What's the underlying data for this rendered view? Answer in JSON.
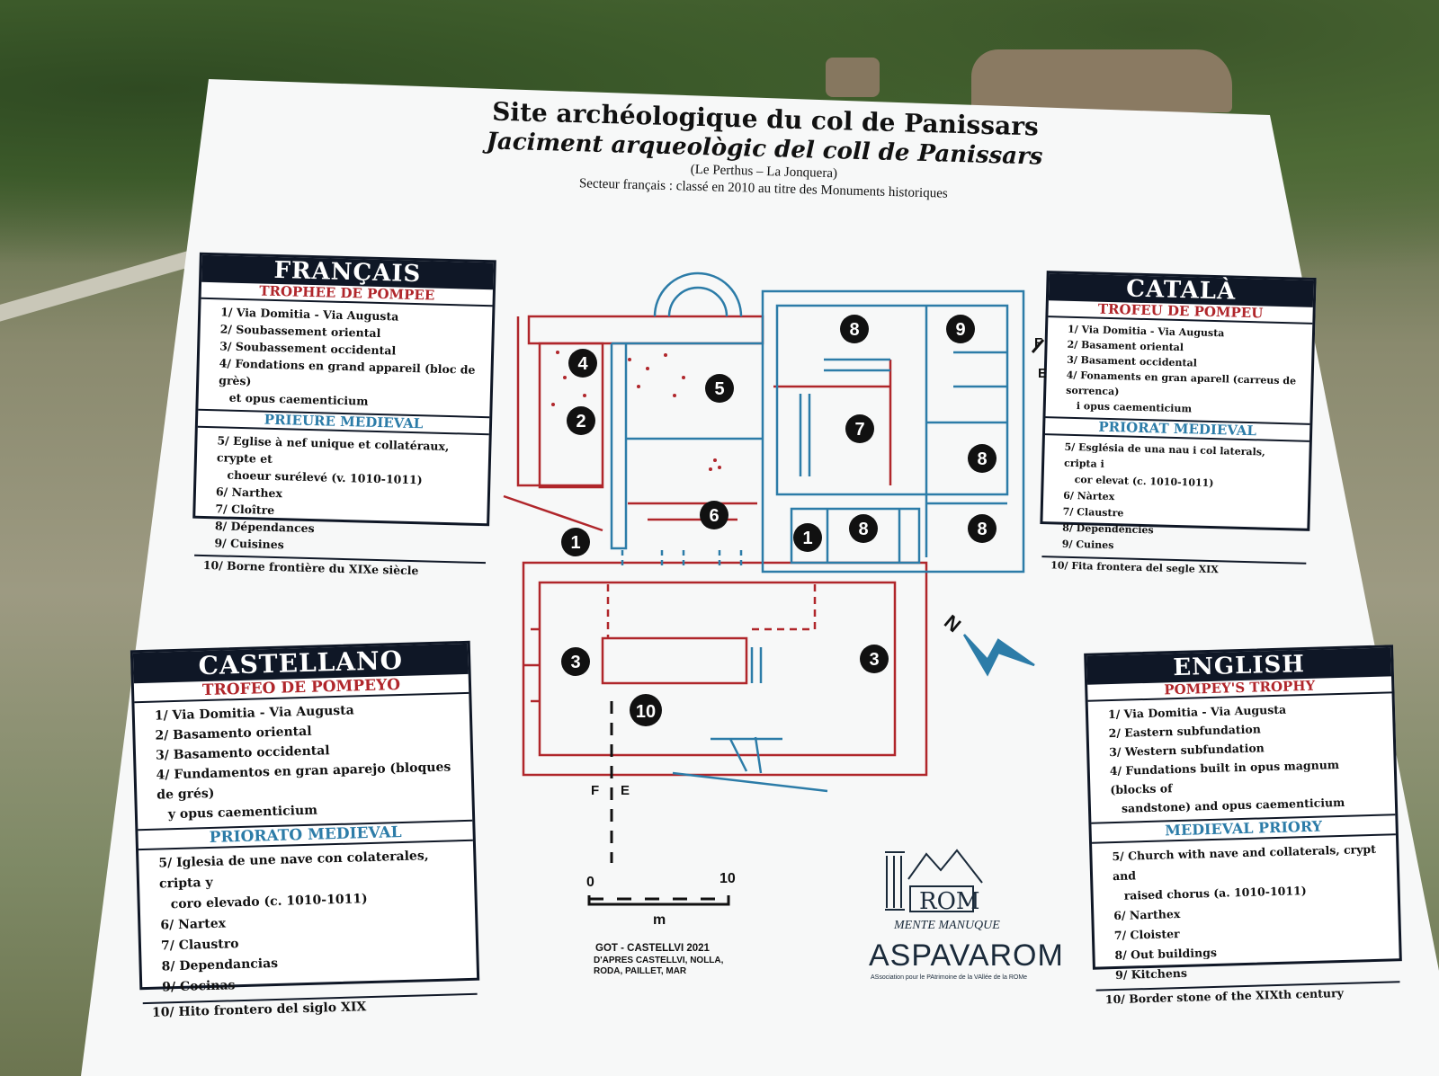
{
  "title": {
    "fr": "Site archéologique du col de Panissars",
    "ca": "Jaciment arqueològic del coll de Panissars",
    "place": "(Le Perthus – La Jonquera)",
    "note": "Secteur français : classé en 2010 au titre des Monuments historiques"
  },
  "panels": {
    "fr": {
      "heading": "FRANÇAIS",
      "sub1": "TROPHEE DE POMPEE",
      "items1": [
        "1/ Via Domitia - Via Augusta",
        "2/ Soubassement oriental",
        "3/ Soubassement occidental",
        "4/ Fondations en grand appareil (bloc de grès)",
        "et opus caementicium"
      ],
      "sub2": "PRIEURE MEDIEVAL",
      "items2": [
        "5/ Eglise à nef unique et collatéraux, crypte et",
        "choeur surélevé (v. 1010-1011)",
        "6/ Narthex",
        "7/ Cloître",
        "8/ Dépendances",
        "9/ Cuisines"
      ],
      "foot": "10/ Borne frontière du XIXe siècle"
    },
    "ca": {
      "heading": "CATALÀ",
      "sub1": "TROFEU DE POMPEU",
      "items1": [
        "1/ Via Domitia - Via Augusta",
        "2/ Basament oriental",
        "3/ Basament occidental",
        "4/ Fonaments en gran aparell (carreus de sorrenca)",
        "i opus caementicium"
      ],
      "sub2": "PRIORAT MEDIEVAL",
      "items2": [
        "5/ Església de una nau i col laterals, cripta i",
        "cor elevat (c. 1010-1011)",
        "6/ Nàrtex",
        "7/ Claustre",
        "8/ Dependències",
        "9/ Cuines"
      ],
      "foot": "10/ Fita frontera del segle XIX"
    },
    "es": {
      "heading": "CASTELLANO",
      "sub1": "TROFEO DE POMPEYO",
      "items1": [
        "1/ Via Domitia - Via Augusta",
        "2/ Basamento oriental",
        "3/ Basamento occidental",
        "4/ Fundamentos en gran aparejo (bloques de grés)",
        "y opus caementicium"
      ],
      "sub2": "PRIORATO MEDIEVAL",
      "items2": [
        "5/ Iglesia de une nave con colaterales, cripta y",
        "coro elevado (c. 1010-1011)",
        "6/ Nartex",
        "7/ Claustro",
        "8/ Dependancias",
        "9/ Cocinas"
      ],
      "foot": "10/ Hito frontero del siglo XIX"
    },
    "en": {
      "heading": "ENGLISH",
      "sub1": "POMPEY'S TROPHY",
      "items1": [
        "1/ Via Domitia - Via Augusta",
        "2/ Eastern subfundation",
        "3/ Western subfundation",
        "4/ Fundations built in opus magnum (blocks of",
        "sandstone) and opus caementicium"
      ],
      "sub2": "MEDIEVAL PRIORY",
      "items2": [
        "5/ Church with nave and collaterals, crypt and",
        "raised chorus (a. 1010-1011)",
        "6/ Narthex",
        "7/ Cloister",
        "8/ Out buildings",
        "9/ Kitchens"
      ],
      "foot": "10/ Border stone of the XIXth century"
    }
  },
  "plan": {
    "markers": [
      "1",
      "2",
      "3",
      "4",
      "5",
      "6",
      "7",
      "8",
      "9",
      "10"
    ],
    "border_f": "F",
    "border_e": "E",
    "north": "N",
    "scale_start": "0",
    "scale_end": "10",
    "scale_unit": "m",
    "credit1": "GOT - CASTELLVI 2021",
    "credit2": "D'APRES CASTELLVI, NOLLA,",
    "credit3": "RODA, PAILLET, MAR"
  },
  "logo": {
    "mark": "ROM",
    "motto": "MENTE MANUQUE",
    "name": "ASPAVAROM",
    "tagline": "ASsociation pour le PAtrimoine de la VAllée de la ROMe"
  },
  "colors": {
    "red": "#b0262b",
    "blue": "#2c7ca8",
    "navy": "#0f1726"
  }
}
